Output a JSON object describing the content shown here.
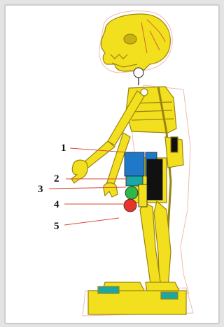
{
  "callouts": [
    {
      "label": "1"
    },
    {
      "label": "2"
    },
    {
      "label": "3"
    },
    {
      "label": "4"
    },
    {
      "label": "5"
    }
  ],
  "colors": {
    "body": "#f2df1e",
    "outline": "#9a8410",
    "callout_line": "#d94a3a",
    "block_blue": "#1f78c8",
    "block_teal": "#1aa7a7",
    "block_green": "#2eb84a",
    "block_red": "#e8342a",
    "block_black": "#111111"
  }
}
